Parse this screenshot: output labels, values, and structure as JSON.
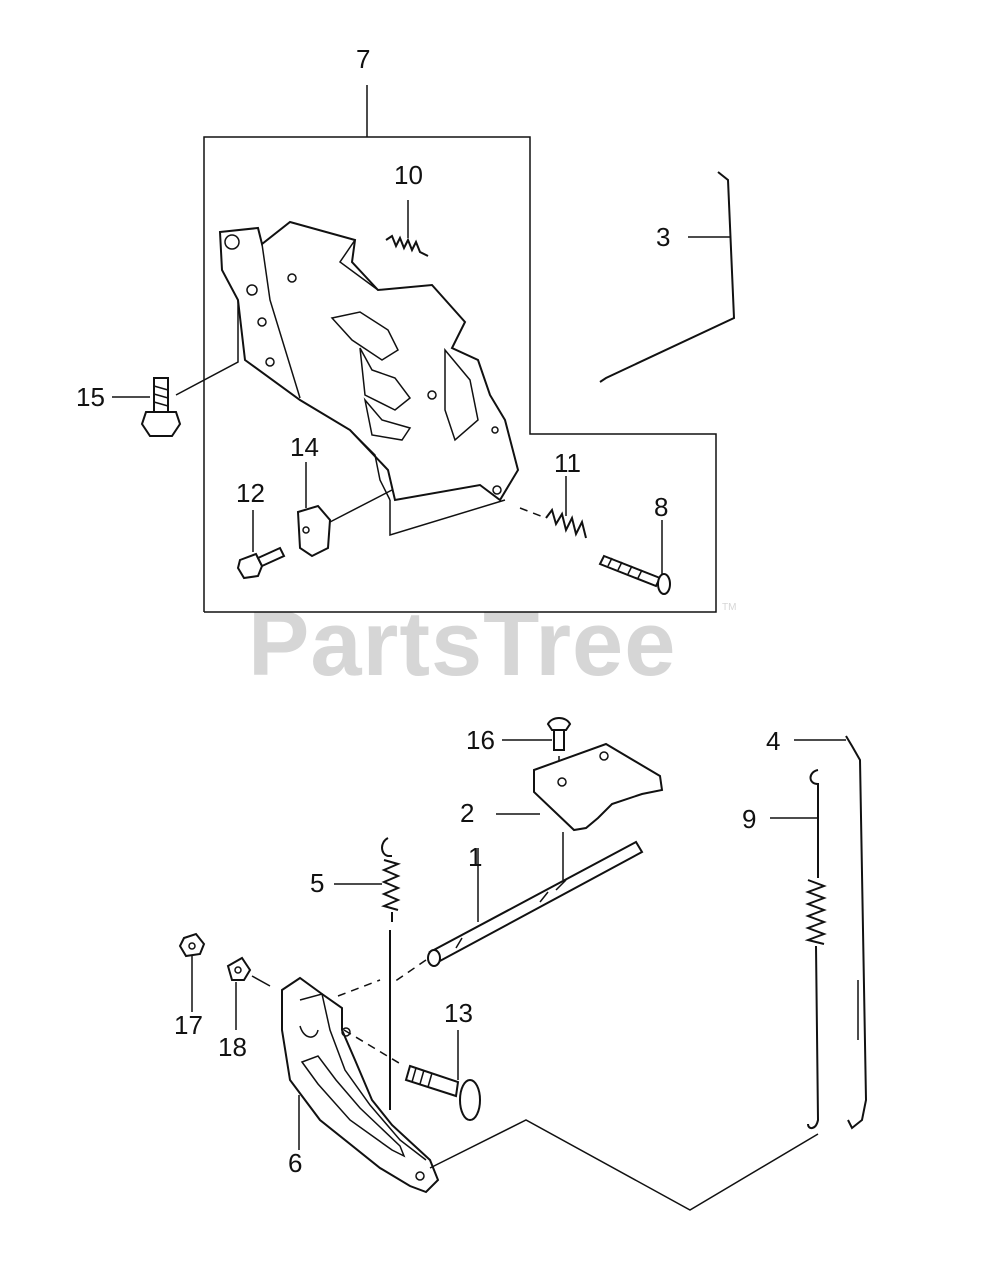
{
  "watermark": {
    "text": "PartsTree",
    "trademark": "TM"
  },
  "callouts": {
    "c1": "1",
    "c2": "2",
    "c3": "3",
    "c4": "4",
    "c5": "5",
    "c6": "6",
    "c7": "7",
    "c8": "8",
    "c9": "9",
    "c10": "10",
    "c11": "11",
    "c12": "12",
    "c13": "13",
    "c14": "14",
    "c15": "15",
    "c16": "16",
    "c17": "17",
    "c18": "18"
  }
}
